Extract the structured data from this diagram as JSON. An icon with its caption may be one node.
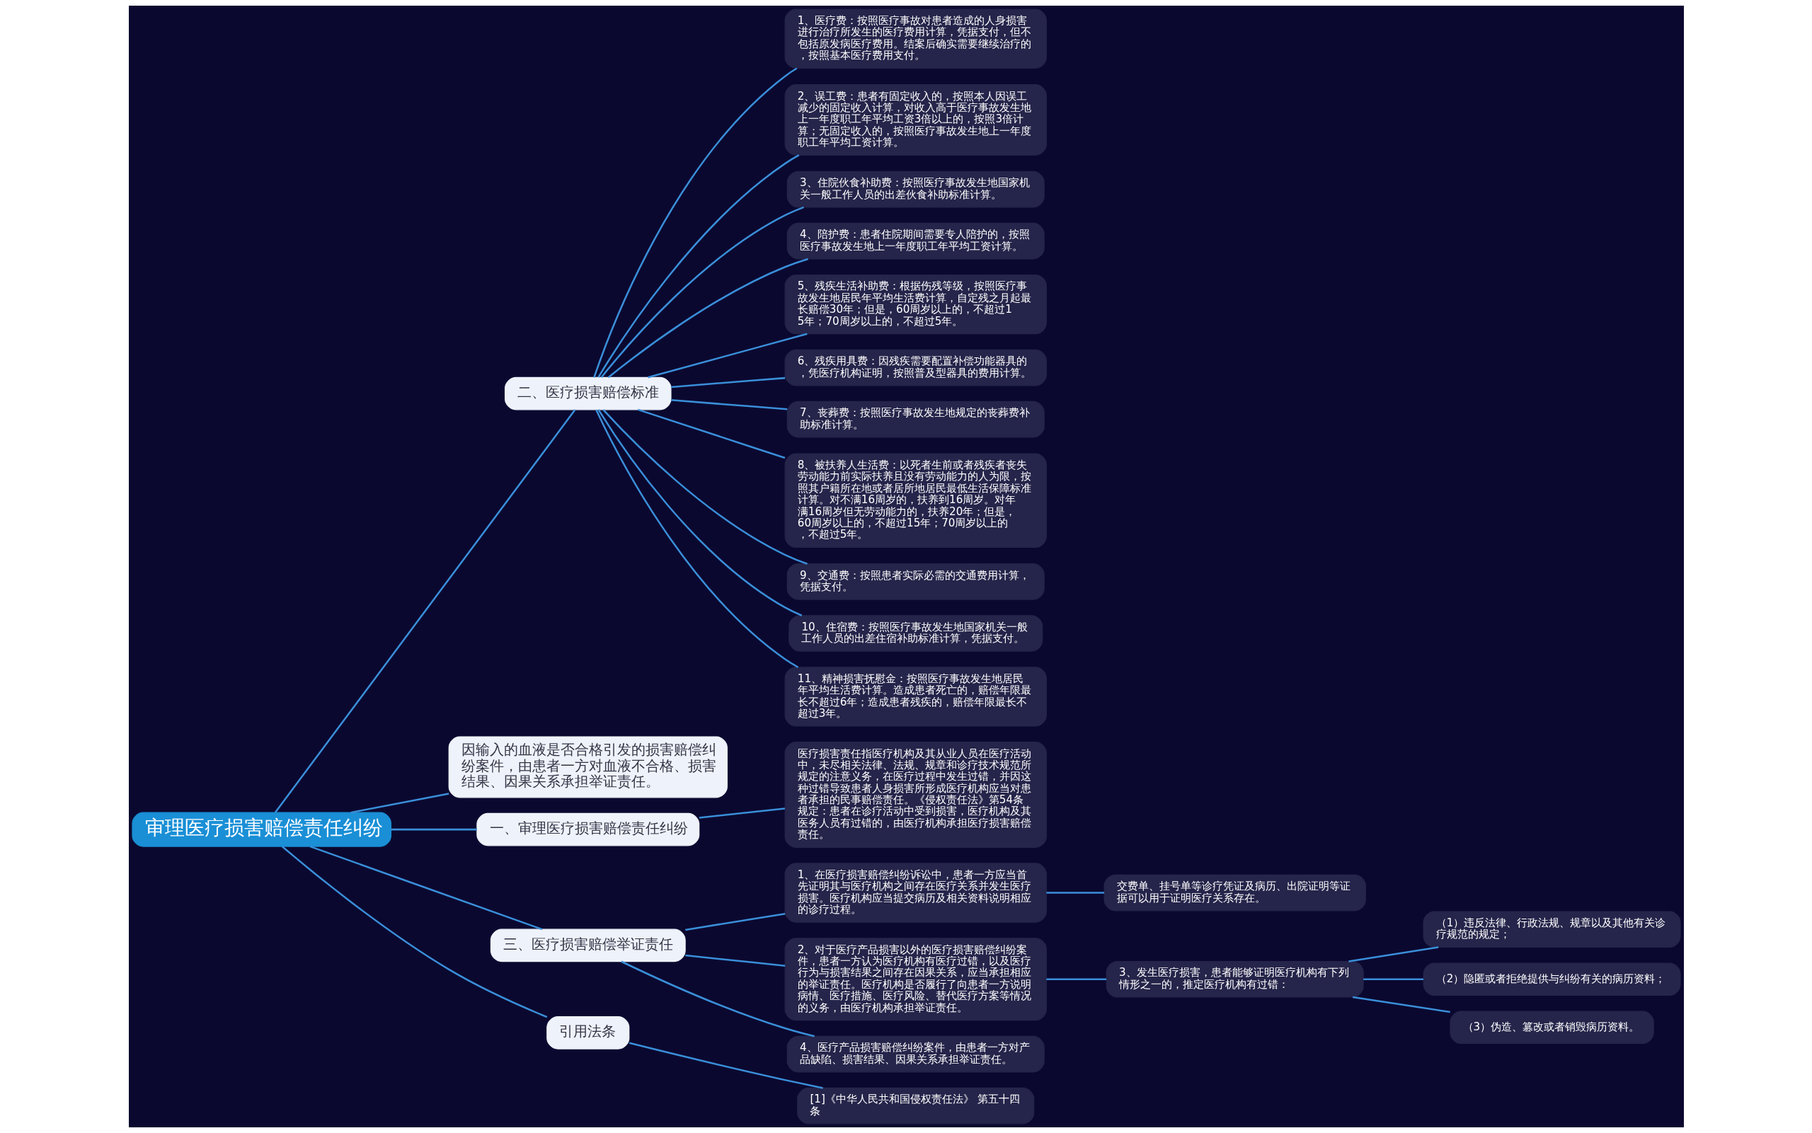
{
  "diagram": {
    "nodes": [
      {
        "text": [
          "审理医疗损害赔偿责任纠纷"
        ]
      },
      {
        "text": [
          "二、医疗损害赔偿标准"
        ]
      },
      {
        "text": [
          "1、医疗费：按照医疗事故对患者造成的人身损害进行治疗所发生的医疗费用计算，凭据支付，但不包括原发病医疗费用。结案后确实需要继续治疗的，按照基本医疗费用支付。"
        ]
      },
      {
        "text": [
          "2、误工费：患者有固定收入的，按照本人因误工减少的固定收入计算，对收入高于医疗事故发生地上一年度职工年平均工资3倍以上的，按照3倍计算；无固定收入的，按照医疗事故发生地上一年度职工年平均工资计算。"
        ]
      },
      {
        "text": [
          "3、住院伙食补助费：按照医疗事故发生地国家机关一般工作人员的出差伙食补助标准计算。"
        ]
      },
      {
        "text": [
          "4、陪护费：患者住院期间需要专人陪护的，按照医疗事故发生地上一年度职工年平均工资计算。"
        ]
      },
      {
        "text": [
          "5、残疾生活补助费：根据伤残等级，按照医疗事故发生地居民年平均生活费计算，自定残之月起最长赔偿30年；但是，60周岁以上的，不超过15年；70周岁以上的，不超过5年。"
        ]
      },
      {
        "text": [
          "6、残疾用具费：因残疾需要配置补偿功能器具的，凭医疗机构证明，按照普及型器具的费用计算。"
        ]
      },
      {
        "text": [
          "7、丧葬费：按照医疗事故发生地规定的丧葬费补助标准计算。"
        ]
      },
      {
        "text": [
          "8、被扶养人生活费：以死者生前或者残疾者丧失劳动能力前实际扶养且没有劳动能力的人为限，按照其户籍所在地或者居所地居民最低生活保障标准计算。对不满16周岁的，扶养到16周岁。对年满16周岁但无劳动能力的，扶养20年；但是，60周岁以上的，不超过15年；70周岁以上的，不超过5年。"
        ]
      },
      {
        "text": [
          "9、交通费：按照患者实际必需的交通费用计算，凭据支付。"
        ]
      },
      {
        "text": [
          "10、住宿费：按照医疗事故发生地国家机关一般工作人员的出差住宿补助标准计算，凭据支付。"
        ]
      },
      {
        "text": [
          "11、精神损害抚慰金：按照医疗事故发生地居民年平均生活费计算。造成患者死亡的，赔偿年限最长不超过6年；造成患者残疾的，赔偿年限最长不超过3年。"
        ]
      },
      {
        "text": [
          "因输入的血液是否合格引发的损害赔偿纠纷案件，由患者一方对血液不合格、损害结果、因果关系承担举证责任。"
        ]
      },
      {
        "text": [
          "一、审理医疗损害赔偿责任纠纷"
        ]
      },
      {
        "text": [
          "医疗损害责任指医疗机构及其从业人员在医疗活动中，未尽相关法律、法规、规章和诊疗技术规范所规定的注意义务，在医疗过程中发生过错，并因这种过错导致患者人身损害所形成医疗机构应当对患者承担的民事赔偿责任。《侵权责任法》第54条规定：患者在诊疗活动中受到损害，医疗机构及其医务人员有过错的，由医疗机构承担医疗损害赔偿责任。"
        ]
      },
      {
        "text": [
          "三、医疗损害赔偿举证责任"
        ]
      },
      {
        "text": [
          "1、在医疗损害赔偿纠纷诉讼中，患者一方应当首先证明其与医疗机构之间存在医疗关系并发生医疗损害。医疗机构应当提交病历及相关资料说明相应的诊疗过程。"
        ]
      },
      {
        "text": [
          "交费单、挂号单等诊疗凭证及病历、出院证明等证据可以用于证明医疗关系存在。"
        ]
      },
      {
        "text": [
          "2、对于医疗产品损害以外的医疗损害赔偿纠纷案件，患者一方认为医疗机构有医疗过错，以及医疗行为与损害结果之间存在因果关系，应当承担相应的举证责任。医疗机构是否履行了向患者一方说明病情、医疗措施、医疗风险、替代医疗方案等情况的义务，由医疗机构承担举证责任。"
        ]
      },
      {
        "text": [
          "3、发生医疗损害，患者能够证明医疗机构有下列情形之一的，推定医疗机构有过错："
        ]
      },
      {
        "text": [
          "（1）违反法律、行政法规、规章以及其他有关诊疗规范的规定；"
        ]
      },
      {
        "text": [
          "（2）隐匿或者拒绝提供与纠纷有关的病历资料；"
        ]
      },
      {
        "text": [
          "（3）伪造、篡改或者销毁病历资料。"
        ]
      },
      {
        "text": [
          "4、医疗产品损害赔偿纠纷案件，由患者一方对产品缺陷、损害结果、因果关系承担举证责任。"
        ]
      },
      {
        "text": [
          "引用法条"
        ]
      },
      {
        "text": [
          "[1]《中华人民共和国侵权责任法》 第五十四条"
        ]
      }
    ],
    "edges": [
      {
        "from": 0,
        "to": 1,
        "arrow": "none"
      },
      {
        "from": 1,
        "to": 2,
        "arrow": "none"
      },
      {
        "from": 1,
        "to": 3,
        "arrow": "none"
      },
      {
        "from": 1,
        "to": 4,
        "arrow": "none"
      },
      {
        "from": 1,
        "to": 5,
        "arrow": "none"
      },
      {
        "from": 1,
        "to": 6,
        "arrow": "none"
      },
      {
        "from": 1,
        "to": 7,
        "arrow": "none"
      },
      {
        "from": 1,
        "to": 8,
        "arrow": "none"
      },
      {
        "from": 1,
        "to": 9,
        "arrow": "none"
      },
      {
        "from": 1,
        "to": 10,
        "arrow": "none"
      },
      {
        "from": 1,
        "to": 11,
        "arrow": "none"
      },
      {
        "from": 1,
        "to": 12,
        "arrow": "none"
      },
      {
        "from": 0,
        "to": 13,
        "arrow": "none"
      },
      {
        "from": 0,
        "to": 14,
        "arrow": "none"
      },
      {
        "from": 14,
        "to": 15,
        "arrow": "none"
      },
      {
        "from": 0,
        "to": 16,
        "arrow": "none"
      },
      {
        "from": 16,
        "to": 17,
        "arrow": "none"
      },
      {
        "from": 17,
        "to": 18,
        "arrow": "none"
      },
      {
        "from": 16,
        "to": 19,
        "arrow": "none"
      },
      {
        "from": 19,
        "to": 20,
        "arrow": "none"
      },
      {
        "from": 20,
        "to": 21,
        "arrow": "none"
      },
      {
        "from": 20,
        "to": 22,
        "arrow": "none"
      },
      {
        "from": 20,
        "to": 23,
        "arrow": "none"
      },
      {
        "from": 16,
        "to": 24,
        "arrow": "none"
      },
      {
        "from": 0,
        "to": 25,
        "arrow": "none"
      },
      {
        "from": 25,
        "to": 26,
        "arrow": "none"
      }
    ]
  }
}
